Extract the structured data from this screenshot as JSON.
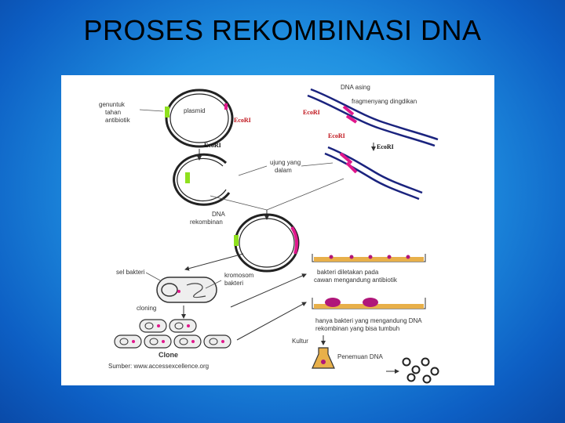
{
  "slide": {
    "title": "PROSES REKOMBINASI DNA"
  },
  "figure": {
    "labels": {
      "gene_resistance": [
        "genuntuk",
        "tahan",
        "antibiotik"
      ],
      "plasmid": "plasmid",
      "ecori": "EcoRI",
      "foreign_dna": "DNA asing",
      "fragment": "fragmenyang dingdikan",
      "sticky_ends": [
        "ujung yang",
        "dalam"
      ],
      "recombinant_dna": [
        "DNA",
        "rekombinan"
      ],
      "bacteria_cell": "sel bakteri",
      "bacteria_chromosome": [
        "kromosom",
        "bakteri"
      ],
      "cloning": "cloning",
      "clone": "Clone",
      "source": "Sumber: www.accessexcellence.org",
      "bacteria_grown": [
        "bakteri diletakan pada",
        "cawan mengandung antibiotik"
      ],
      "only_recombinant": [
        "hanya bakteri yang mengandung DNA",
        "rekombinan yang bisa tumbuh"
      ],
      "culture": "Kultur",
      "dna_discovery": "Penemuan DNA"
    }
  },
  "colors": {
    "background": "#1f8fe0",
    "resistance_gene": "#8fe01e",
    "sticky_end": "#e0188c",
    "dna_strand": "#1a237e",
    "colony": "#b0167a",
    "plate": "#e8b04a"
  }
}
